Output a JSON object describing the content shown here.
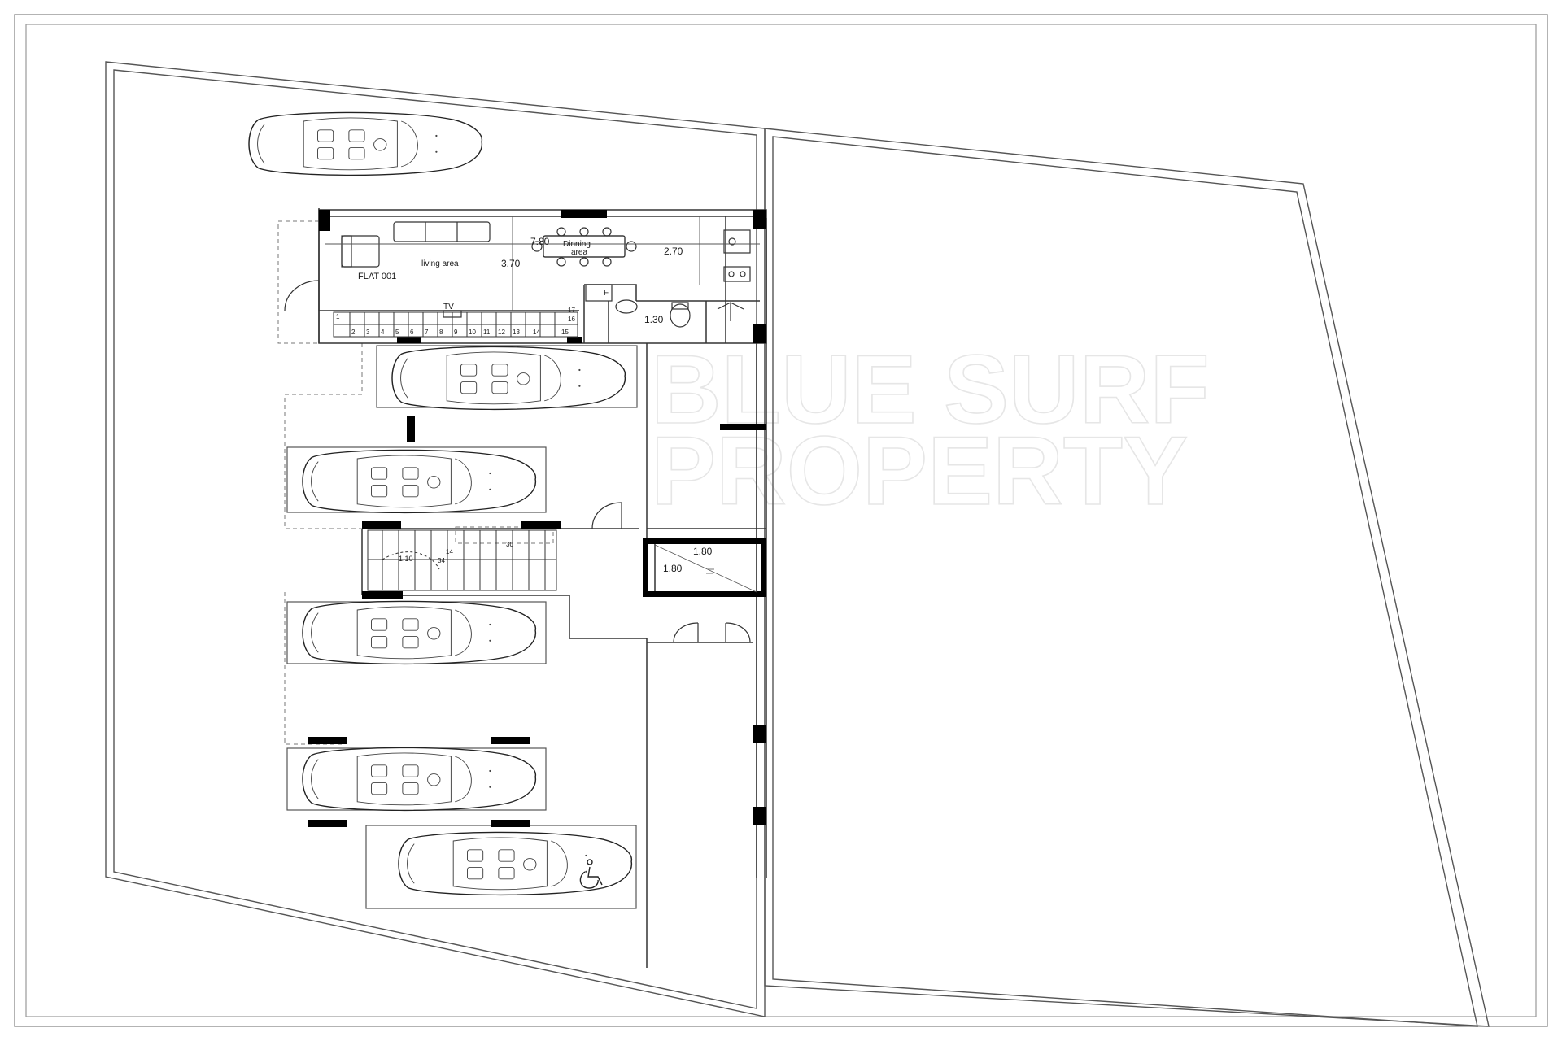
{
  "labels": {
    "flat": "FLAT 001",
    "living": "living area",
    "dinning_1": "Dinning",
    "dinning_2": "area",
    "tv": "TV",
    "fridge": "F"
  },
  "dimensions": {
    "d_780": "7.80",
    "d_370": "3.70",
    "d_270": "2.70",
    "d_130": "1.30",
    "d_180_top": "1.80",
    "d_180_left": "1.80",
    "d_110": "1.10"
  },
  "stair_upper": {
    "bottom_steps": [
      "2",
      "3",
      "4",
      "5",
      "6",
      "7",
      "8",
      "9",
      "10",
      "11",
      "12",
      "13",
      "14",
      "15"
    ],
    "first": "1",
    "top_17": "17",
    "top_16": "16"
  },
  "stair_lower": {
    "mark_14": "14",
    "mark_30": "30",
    "mark_34": "34"
  },
  "watermark": {
    "line1": "BLUE SURF",
    "line2": "PROPERTY"
  },
  "colors": {
    "line": "#333333",
    "wall": "#000000",
    "watermark": "#e6e6e6"
  }
}
